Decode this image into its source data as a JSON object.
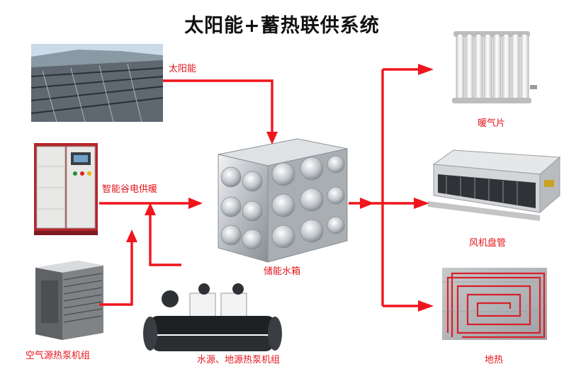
{
  "title": "太阳能+蓄热联供系统",
  "sources": {
    "solar": "太阳能",
    "electric_boiler": "智能谷电供暖",
    "air_source_heat_pump": "空气源热泵机组",
    "water_ground_heat_pump": "水源、地源热泵机组"
  },
  "storage": {
    "tank": "储能水箱"
  },
  "outputs": {
    "radiator": "暖气片",
    "fan_coil": "风机盘管",
    "floor_heating": "地热"
  },
  "colors": {
    "arrow": "#f0141c",
    "label": "#e4141b",
    "title": "#111111"
  }
}
